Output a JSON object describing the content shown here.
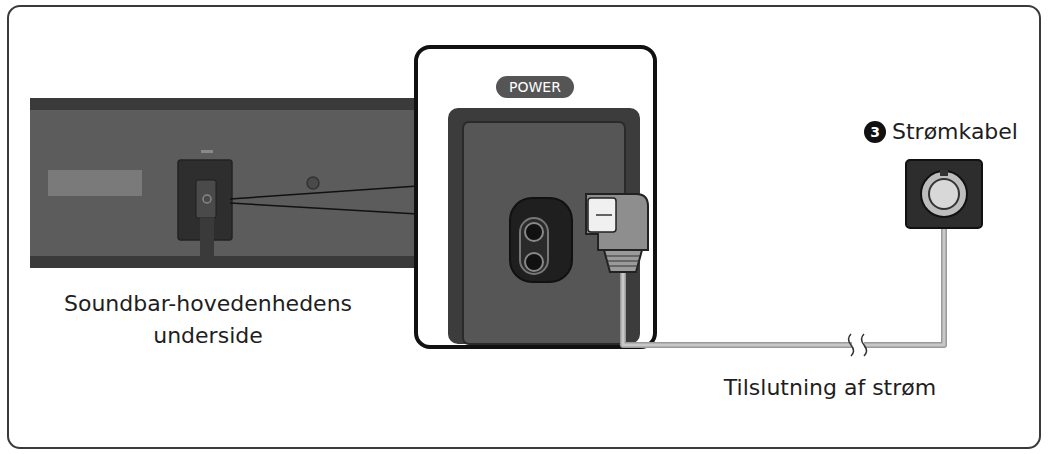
{
  "diagram": {
    "nodes": [
      {
        "text": [
          "POWER"
        ]
      },
      {
        "text": [
          "3"
        ]
      }
    ],
    "labels": [
      "Strømkabel",
      "Soundbar-hovedenhedens underside",
      "Tilslutning af strøm"
    ]
  }
}
